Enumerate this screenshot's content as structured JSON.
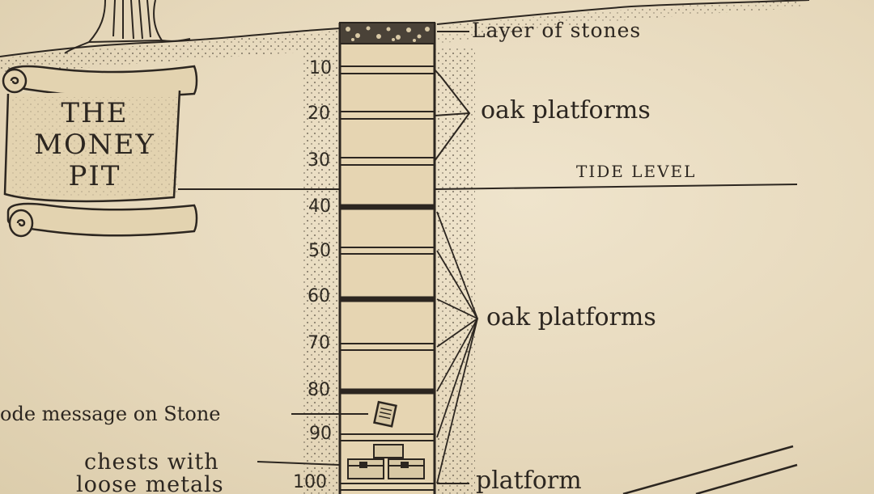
{
  "diagram": {
    "title_lines": [
      "THE",
      "MONEY",
      "PIT"
    ],
    "depth_marks": [
      "10",
      "20",
      "30",
      "40",
      "50",
      "60",
      "70",
      "80",
      "90",
      "100"
    ],
    "labels": {
      "layer_of_stones": "Layer of stones",
      "oak_platforms_upper": "oak platforms",
      "tide_level": "TIDE LEVEL",
      "oak_platforms_lower": "oak platforms",
      "code_message": "ode message on Stone",
      "chests_line1": "chests with",
      "chests_line2": "loose metals",
      "platform": "platform"
    },
    "colors": {
      "ink": "#2c2620",
      "paper": "#e9dcc1"
    }
  }
}
